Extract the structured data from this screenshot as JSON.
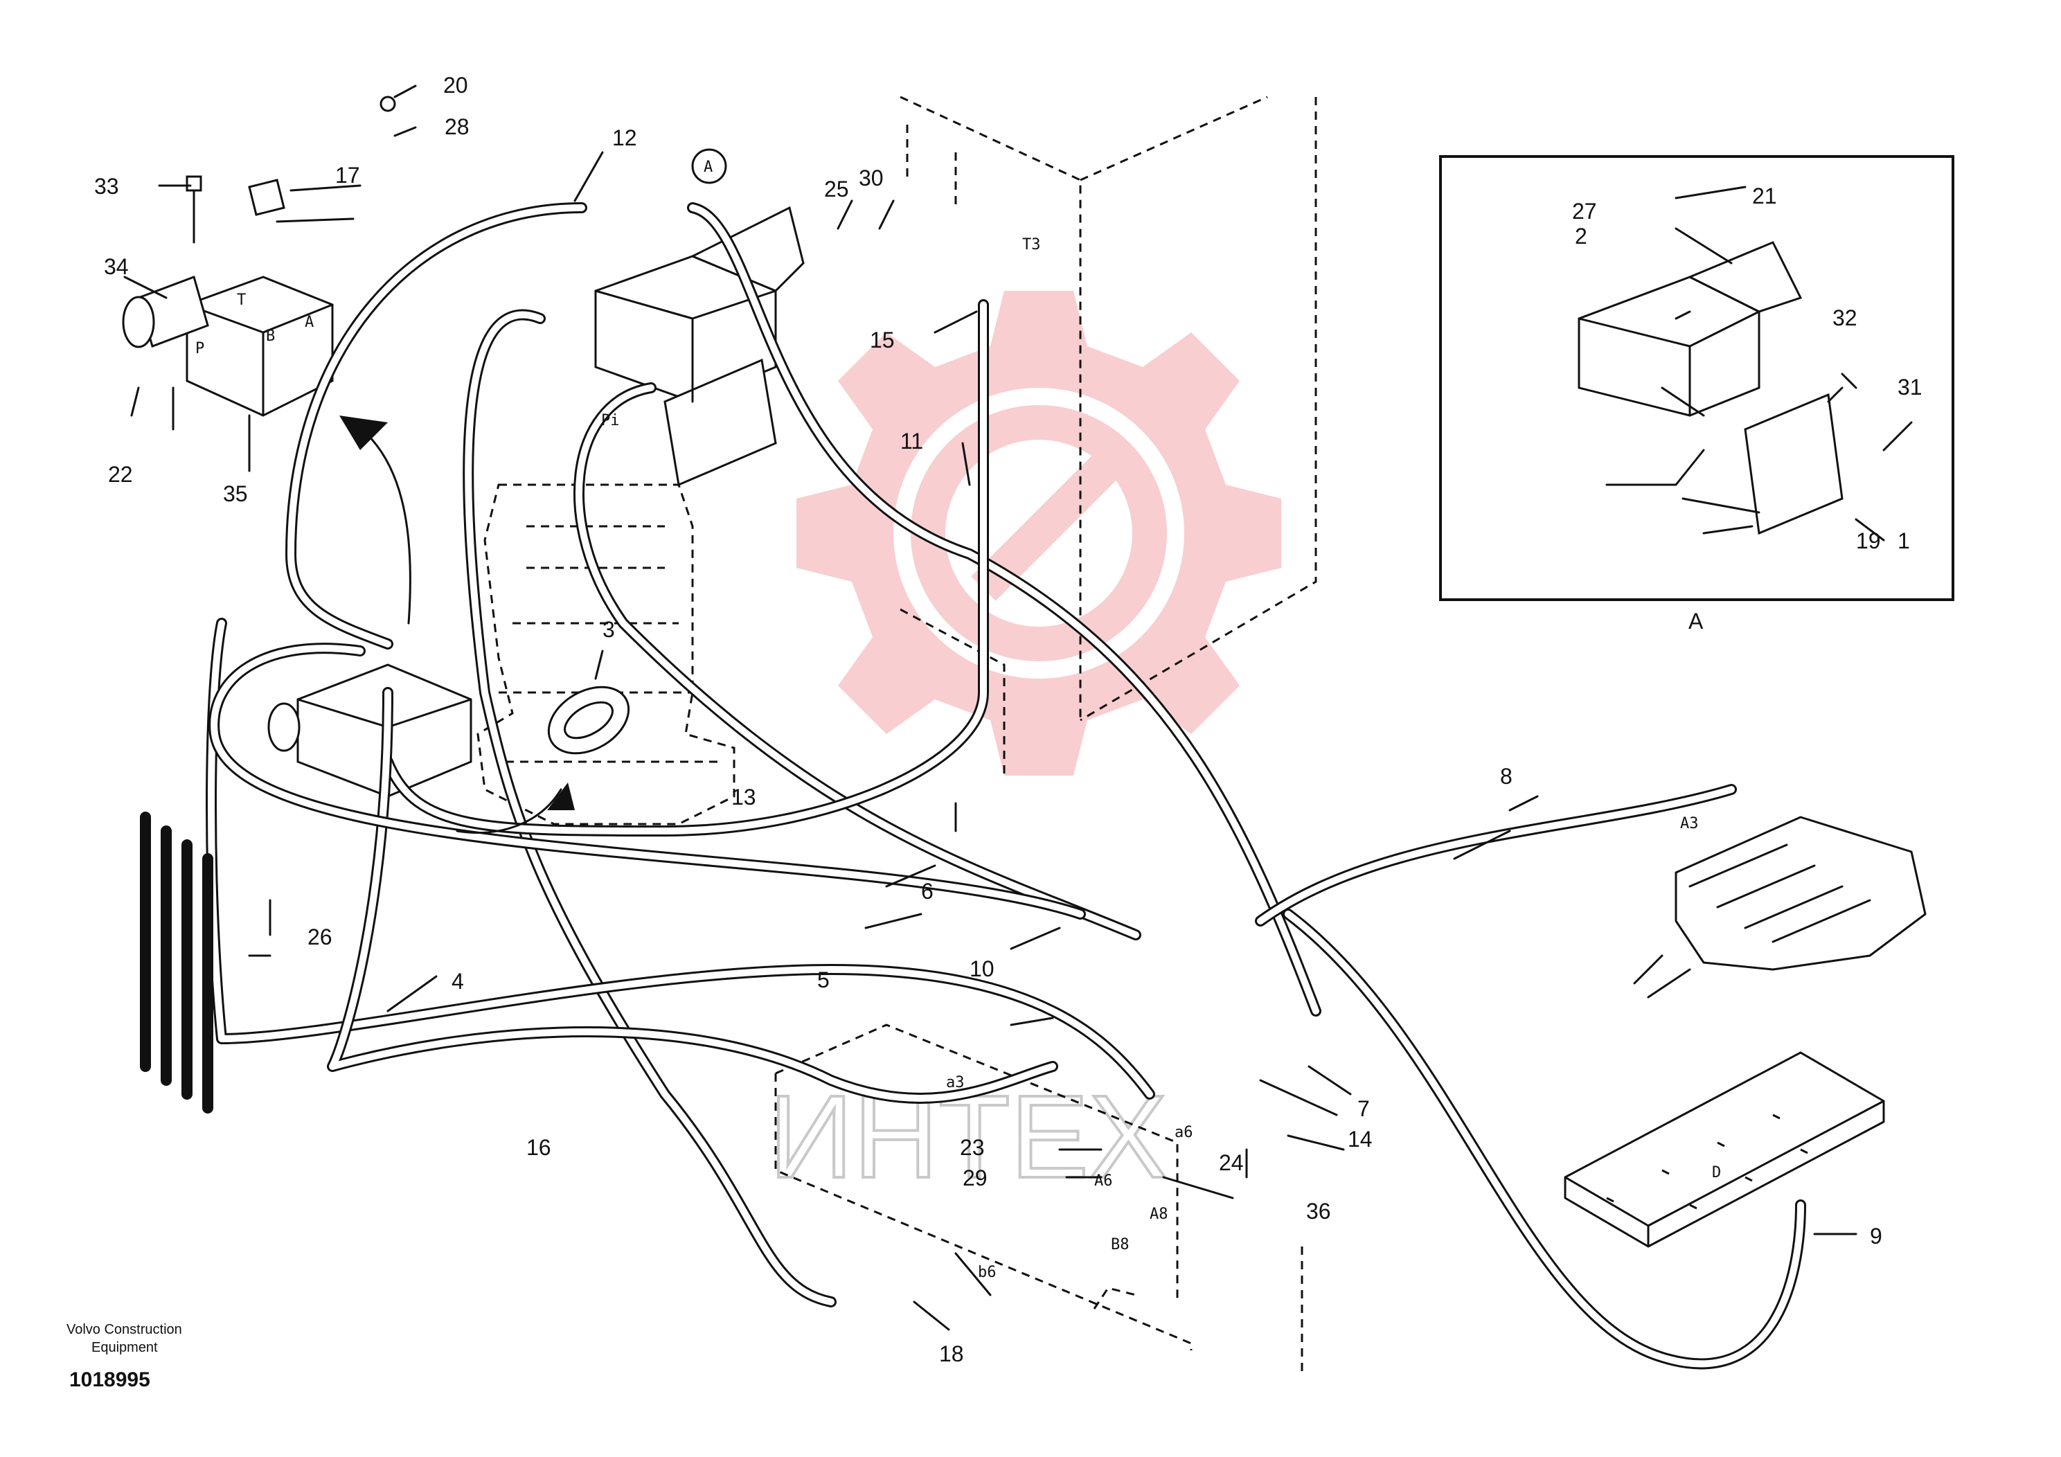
{
  "doc": {
    "maker": "Volvo Construction",
    "maker_line2": "Equipment",
    "number": "1018995"
  },
  "watermark": {
    "text": "ИНТЕХ"
  },
  "detail": {
    "marker": "A",
    "caption": "A"
  },
  "part_labels": [
    "1",
    "2",
    "3",
    "4",
    "5",
    "6",
    "7",
    "8",
    "9",
    "10",
    "11",
    "12",
    "13",
    "14",
    "15",
    "16",
    "17",
    "18",
    "19",
    "20",
    "21",
    "22",
    "23",
    "24",
    "25",
    "26",
    "27",
    "28",
    "29",
    "30",
    "31",
    "32",
    "33",
    "34",
    "35",
    "36"
  ],
  "ports": [
    "A",
    "T",
    "B",
    "P",
    "Pi",
    "T3",
    "A3",
    "a3",
    "a6",
    "A6",
    "A8",
    "B8",
    "b6",
    "D"
  ],
  "colors": {
    "line": "#111111",
    "watermark": "#e8535a",
    "watermark_text": "#c9c9c9",
    "background": "#ffffff"
  },
  "icons": [
    "volvo-gear-watermark"
  ]
}
